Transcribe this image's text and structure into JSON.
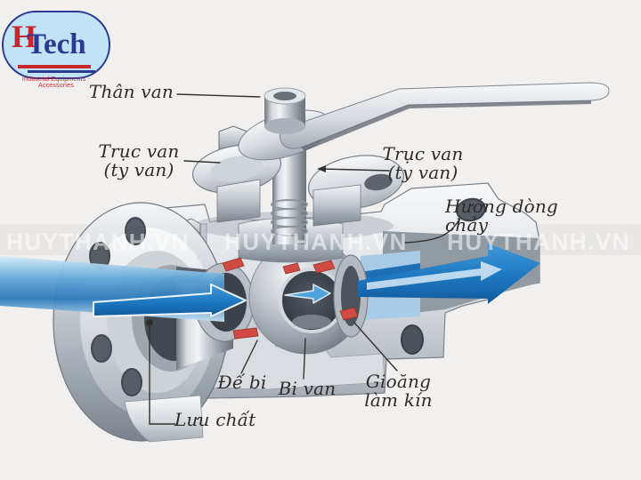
{
  "logo": {
    "brand_first_letter": "H",
    "brand_rest": "Tech",
    "tagline": "Industrial Equipments - Accessories"
  },
  "watermark": {
    "text": "HUYTHANH.VN"
  },
  "labels": {
    "body": "Thân van",
    "stem_line1": "Trục van",
    "stem_line2": "(ty van)",
    "flow_direction": "Hướng dòng chảy",
    "seat": "Đế bi",
    "ball": "Bi van",
    "gasket_line1": "Gioăng",
    "gasket_line2": "làm kín",
    "fluid": "Lưu chất"
  },
  "colors": {
    "flow_blue": "#1e78c0",
    "seat_red": "#d04b41",
    "logo_navy": "#2b3990",
    "logo_red": "#c9252b",
    "metal_gray": "#b7bdc3"
  }
}
